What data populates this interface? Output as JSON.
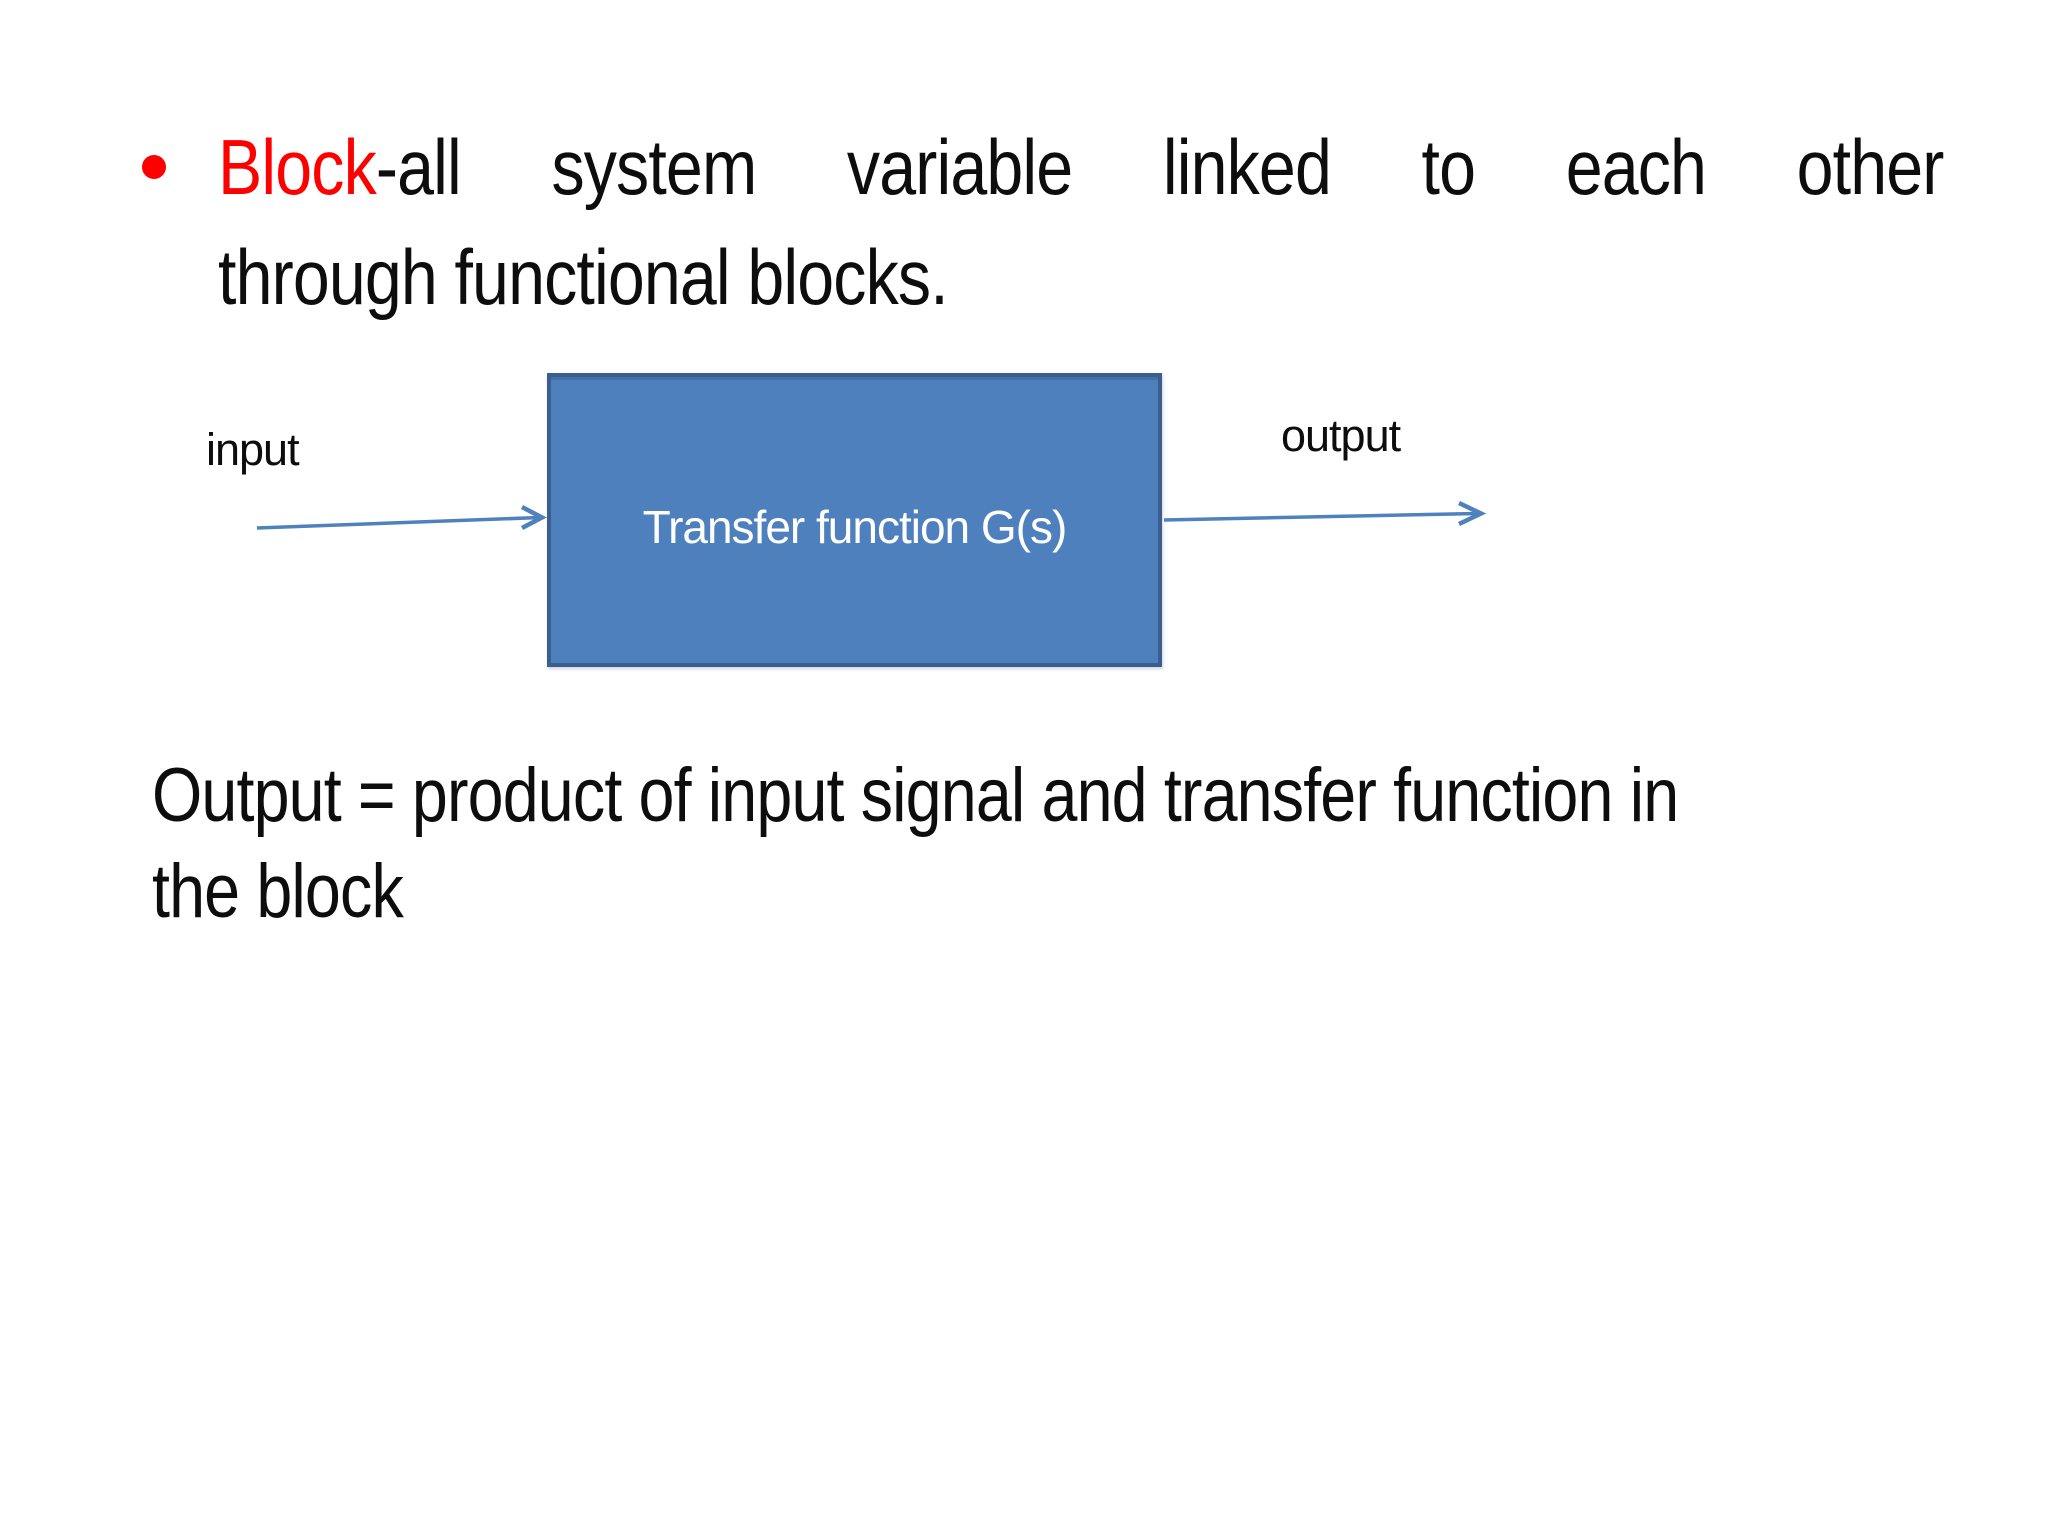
{
  "title": {
    "line1_red": "Block",
    "line1_rest": "-all system variable linked to each other",
    "line2": "through functional blocks."
  },
  "diagram": {
    "input_label": "input",
    "block_label": "Transfer function G(s)",
    "output_label": "output"
  },
  "body": {
    "line1": "Output = product of input signal and transfer function in",
    "line2": "the block"
  },
  "icons": {
    "bullet_icon": "●",
    "input_arrow_icon": "→",
    "output_arrow_icon": "→"
  },
  "colors": {
    "accent_red": "#ff0000",
    "text_black": "#0d0d0d",
    "block_fill": "#4f80be",
    "block_border": "#3a5f8e",
    "block_text": "#ffffff",
    "arrow_blue": "#4f81bd"
  }
}
